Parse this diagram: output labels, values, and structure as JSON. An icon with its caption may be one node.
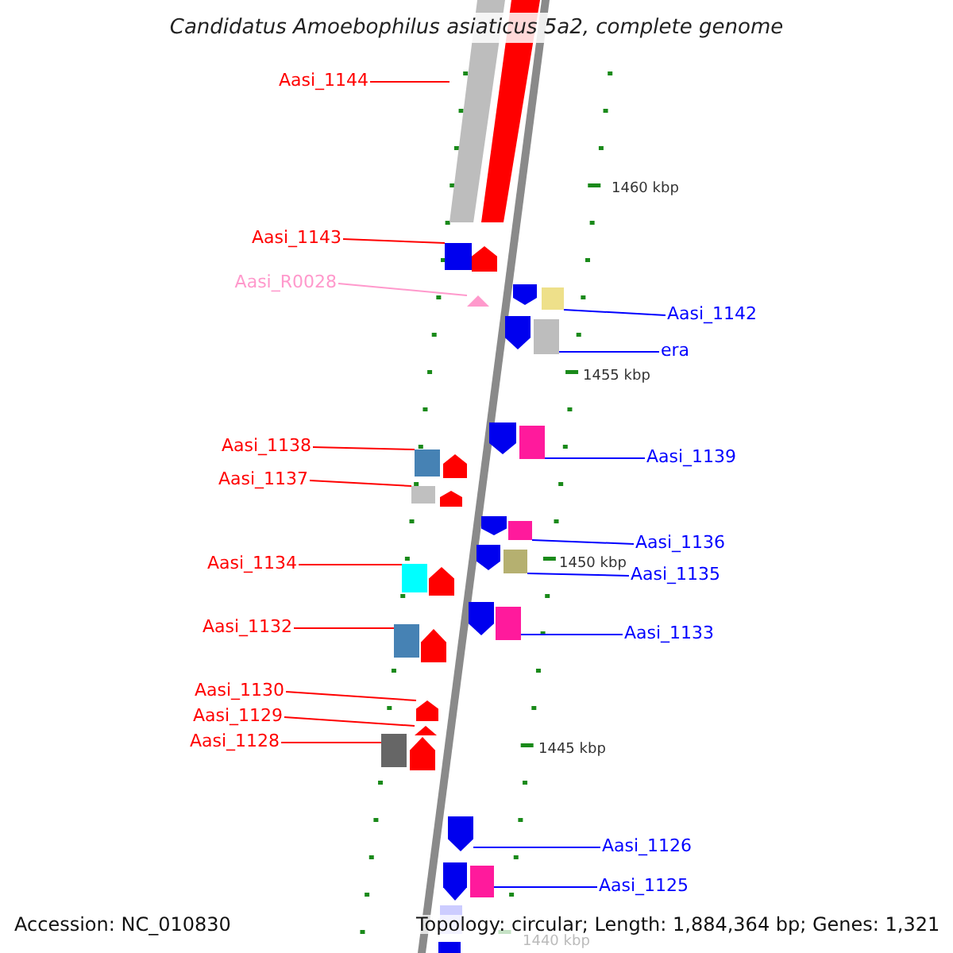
{
  "diagram": {
    "title": "Candidatus Amoebophilus asiaticus 5a2, complete genome",
    "nodes": [
      {
        "text": [
          "Aasi_1144"
        ]
      },
      {
        "text": [],
        "shape": "bar"
      },
      {
        "text": [
          "Aasi_1143"
        ]
      },
      {
        "text": [],
        "shape": "box"
      },
      {
        "text": [
          "Aasi_R0028"
        ]
      },
      {
        "text": [],
        "shape": "triangle"
      },
      {
        "text": [
          "Aasi_1142"
        ]
      },
      {
        "text": [],
        "shape": "box"
      },
      {
        "text": [
          "era"
        ]
      },
      {
        "text": [],
        "shape": "box"
      },
      {
        "text": [
          "Aasi_1139"
        ]
      },
      {
        "text": [],
        "shape": "box"
      },
      {
        "text": [
          "Aasi_1138"
        ]
      },
      {
        "text": [],
        "shape": "box"
      },
      {
        "text": [
          "Aasi_1137"
        ]
      },
      {
        "text": [],
        "shape": "box"
      },
      {
        "text": [
          "Aasi_1136"
        ]
      },
      {
        "text": [],
        "shape": "box"
      },
      {
        "text": [
          "Aasi_1135"
        ]
      },
      {
        "text": [],
        "shape": "box"
      },
      {
        "text": [
          "Aasi_1134"
        ]
      },
      {
        "text": [],
        "shape": "box"
      },
      {
        "text": [
          "Aasi_1133"
        ]
      },
      {
        "text": [],
        "shape": "box"
      },
      {
        "text": [
          "Aasi_1132"
        ]
      },
      {
        "text": [],
        "shape": "box"
      },
      {
        "text": [
          "Aasi_1130"
        ]
      },
      {
        "text": [],
        "shape": "pentagon"
      },
      {
        "text": [
          "Aasi_1129"
        ]
      },
      {
        "text": [],
        "shape": "triangle"
      },
      {
        "text": [
          "Aasi_1128"
        ]
      },
      {
        "text": [],
        "shape": "box"
      },
      {
        "text": [
          "Aasi_1126"
        ]
      },
      {
        "text": [],
        "shape": "pentagon"
      },
      {
        "text": [
          "Aasi_1125"
        ]
      },
      {
        "text": [],
        "shape": "box"
      }
    ],
    "edges": [
      {
        "from": 0,
        "to": 1,
        "arrow": "none"
      },
      {
        "from": 2,
        "to": 3,
        "arrow": "none"
      },
      {
        "from": 4,
        "to": 5,
        "arrow": "none",
        "color": "#ff99cc"
      },
      {
        "from": 6,
        "to": 7,
        "arrow": "none",
        "color": "#0000ff"
      },
      {
        "from": 8,
        "to": 9,
        "arrow": "none",
        "color": "#0000ff"
      },
      {
        "from": 10,
        "to": 11,
        "arrow": "none",
        "color": "#0000ff"
      },
      {
        "from": 12,
        "to": 13,
        "arrow": "none"
      },
      {
        "from": 14,
        "to": 15,
        "arrow": "none"
      },
      {
        "from": 16,
        "to": 17,
        "arrow": "none",
        "color": "#0000ff"
      },
      {
        "from": 18,
        "to": 19,
        "arrow": "none",
        "color": "#0000ff"
      },
      {
        "from": 20,
        "to": 21,
        "arrow": "none"
      },
      {
        "from": 22,
        "to": 23,
        "arrow": "none",
        "color": "#0000ff"
      },
      {
        "from": 24,
        "to": 25,
        "arrow": "none"
      },
      {
        "from": 26,
        "to": 27,
        "arrow": "none"
      },
      {
        "from": 28,
        "to": 29,
        "arrow": "none"
      },
      {
        "from": 30,
        "to": 31,
        "arrow": "none"
      },
      {
        "from": 32,
        "to": 33,
        "arrow": "none",
        "color": "#0000ff"
      },
      {
        "from": 34,
        "to": 35,
        "arrow": "none",
        "color": "#0000ff"
      }
    ],
    "labels": [
      "1460 kbp",
      "1455 kbp",
      "1450 kbp",
      "1445 kbp",
      "1440 kbp",
      "Accession: NC_010830",
      "Topology: circular; Length: 1,884,364 bp; Genes: 1,321"
    ]
  }
}
